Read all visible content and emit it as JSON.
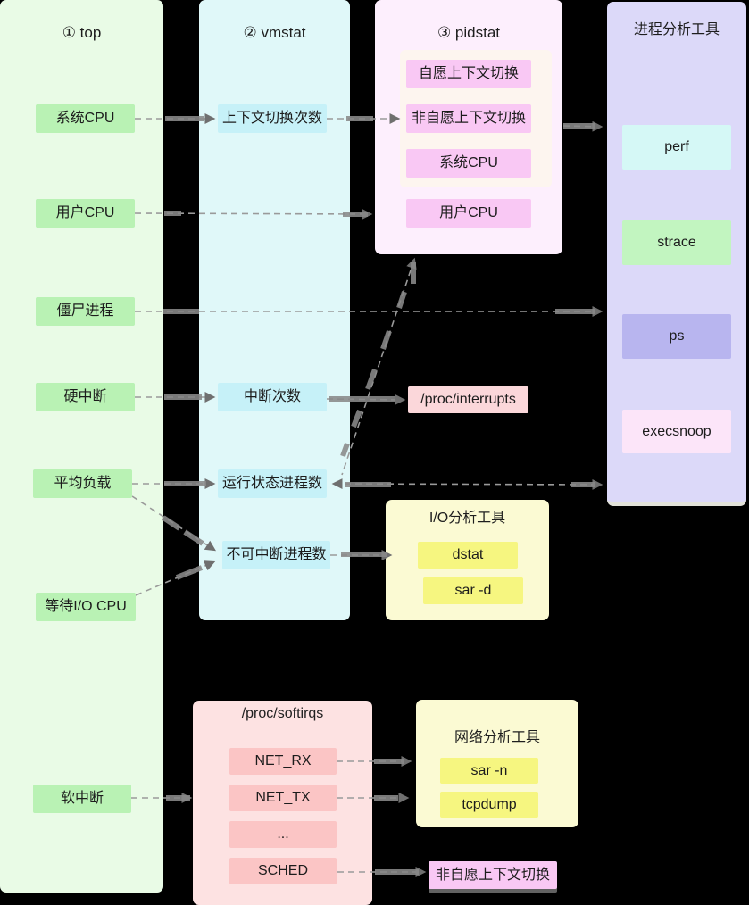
{
  "diagram": {
    "background": "#000000",
    "panels": {
      "top": {
        "title": "① top",
        "items": [
          "系统CPU",
          "用户CPU",
          "僵尸进程",
          "硬中断",
          "平均负载",
          "等待I/O CPU",
          "软中断"
        ]
      },
      "vmstat": {
        "title": "② vmstat",
        "items": [
          "上下文切换次数",
          "中断次数",
          "运行状态进程数",
          "不可中断进程数"
        ]
      },
      "pidstat": {
        "title": "③ pidstat",
        "items": [
          "自愿上下文切换",
          "非自愿上下文切换",
          "系统CPU",
          "用户CPU"
        ]
      },
      "process_tools": {
        "title": "进程分析工具",
        "items": [
          "perf",
          "strace",
          "ps",
          "execsnoop"
        ]
      },
      "io_tools": {
        "title": "I/O分析工具",
        "items": [
          "dstat",
          "sar -d"
        ]
      },
      "softirqs": {
        "title": "/proc/softirqs",
        "items": [
          "NET_RX",
          "NET_TX",
          "...",
          "SCHED"
        ]
      },
      "network_tools": {
        "title": "网络分析工具",
        "items": [
          "sar -n",
          "tcpdump"
        ]
      }
    },
    "nodes": {
      "proc_interrupts": "/proc/interrupts",
      "involuntary_context_switch": "非自愿上下文切换"
    },
    "connections": [
      {
        "from": "top.系统CPU",
        "to": "vmstat.上下文切换次数"
      },
      {
        "from": "vmstat.上下文切换次数",
        "to": "pidstat.非自愿上下文切换"
      },
      {
        "from": "pidstat",
        "to": "process_tools.perf"
      },
      {
        "from": "top.用户CPU",
        "to": "pidstat.用户CPU"
      },
      {
        "from": "top.僵尸进程",
        "to": "process_tools.ps"
      },
      {
        "from": "top.硬中断",
        "to": "vmstat.中断次数"
      },
      {
        "from": "vmstat.中断次数",
        "to": "proc_interrupts"
      },
      {
        "from": "top.平均负载",
        "to": "vmstat.运行状态进程数"
      },
      {
        "from": "top.平均负载",
        "to": "vmstat.不可中断进程数"
      },
      {
        "from": "top.等待I/O CPU",
        "to": "vmstat.不可中断进程数"
      },
      {
        "from": "vmstat.不可中断进程数",
        "to": "io_tools"
      },
      {
        "from": "vmstat.运行状态进程数",
        "to": "process_tools"
      },
      {
        "from": "vmstat.运行状态进程数",
        "to": "pidstat"
      },
      {
        "from": "top.软中断",
        "to": "softirqs"
      },
      {
        "from": "softirqs.NET_RX",
        "to": "network_tools.sar -n"
      },
      {
        "from": "softirqs.NET_TX",
        "to": "network_tools.tcpdump"
      },
      {
        "from": "softirqs.SCHED",
        "to": "involuntary_context_switch"
      }
    ],
    "colors": {
      "panel_green": "#e9fbe6",
      "chip_green": "#b9f2b4",
      "panel_cyan": "#e0f8f9",
      "chip_cyan": "#c6f1f8",
      "panel_pink": "#fdeffd",
      "chip_magenta": "#f9c8f4",
      "pidstat_inner": "#fdf6ec",
      "panel_purple": "#dcd9f9",
      "chip_perf": "#d5f8f6",
      "chip_strace": "#c2f5c0",
      "chip_ps": "#b8b5ef",
      "chip_execsnoop": "#fce5f9",
      "chip_interrupts_file": "#fbd7da",
      "panel_yellow": "#fbfad3",
      "chip_yellow": "#f6f680",
      "panel_rose": "#fde2e2",
      "chip_salmon": "#fbc5c5",
      "arrow_dash": "#9a9a9a",
      "arrow_thick": "#8a8a8a",
      "text": "#222222"
    }
  }
}
